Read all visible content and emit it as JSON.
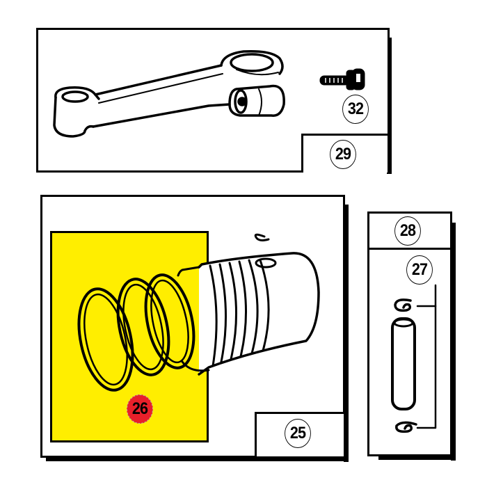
{
  "diagram": {
    "type": "exploded parts diagram",
    "colors": {
      "line": "#000000",
      "background": "#ffffff",
      "highlight_fill": "#ffee00",
      "highlight_callout": "#e8202a"
    },
    "panels": [
      {
        "id": "connecting-rod-assembly",
        "group_callout": "29",
        "parts": [
          {
            "name": "connecting-rod",
            "callout": ""
          },
          {
            "name": "connecting-rod-bolt",
            "callout": "32"
          }
        ]
      },
      {
        "id": "piston-assembly",
        "group_callout": "25",
        "parts": [
          {
            "name": "piston-ring-set",
            "callout": "26",
            "highlighted": true
          },
          {
            "name": "piston",
            "callout": ""
          },
          {
            "name": "retaining-clip",
            "callout": ""
          }
        ]
      },
      {
        "id": "wrist-pin-assembly",
        "group_callout": "28",
        "parts": [
          {
            "name": "wrist-pin-retainer-clips",
            "callout": "27"
          },
          {
            "name": "wrist-pin",
            "callout": ""
          }
        ]
      }
    ]
  },
  "callouts": {
    "c32": "32",
    "c29": "29",
    "c26": "26",
    "c25": "25",
    "c28": "28",
    "c27": "27"
  }
}
